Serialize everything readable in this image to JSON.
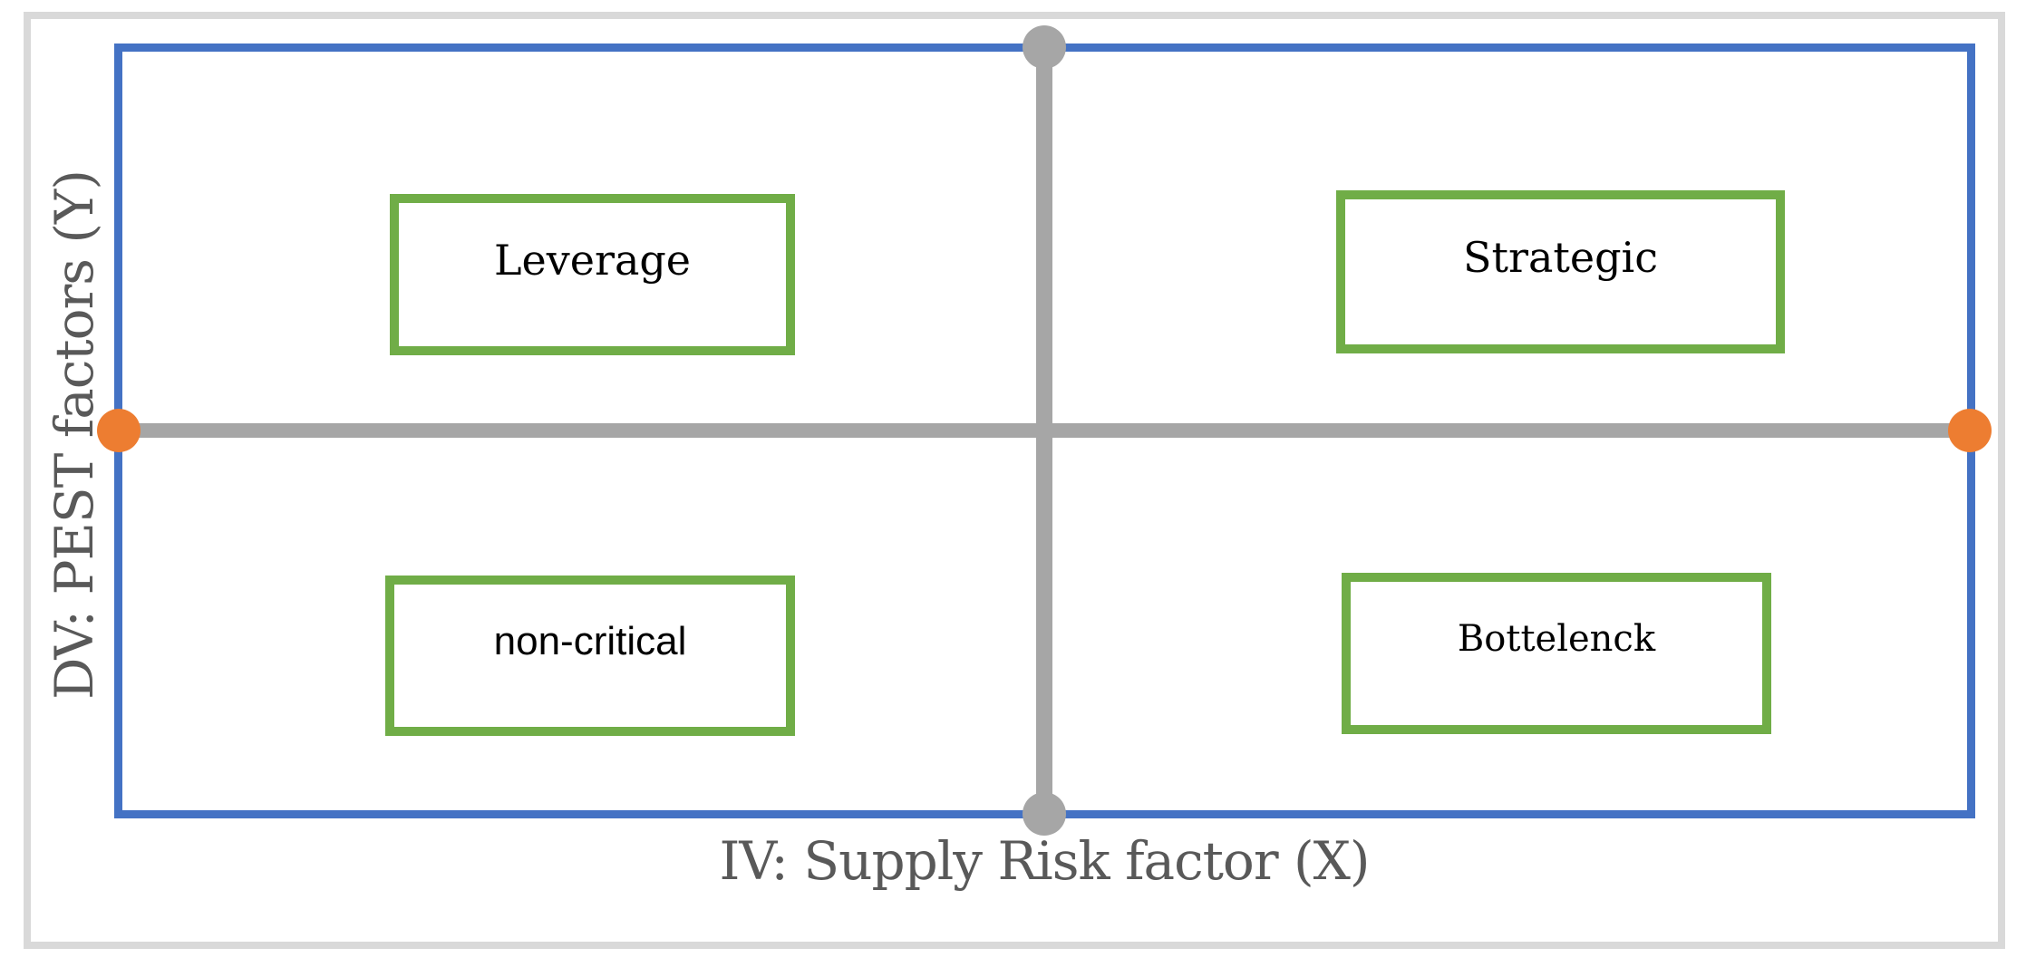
{
  "figure": {
    "type": "purchasing-portfolio-quadrant-matrix",
    "x_axis": {
      "label": "IV: Supply Risk factor (X)"
    },
    "y_axis": {
      "label": "DV: PEST factors (Y)"
    },
    "quadrants": {
      "top_left": {
        "label": "Leverage"
      },
      "top_right": {
        "label": "Strategic"
      },
      "bottom_left": {
        "label": "non-critical"
      },
      "bottom_right": {
        "label": "Bottelenck"
      }
    },
    "colors": {
      "matrix_border": "#4472c4",
      "quadrant_box_border": "#70ad47",
      "axis_line": "#a6a6a6",
      "axis_endpoint_horizontal": "#ed7d31",
      "axis_endpoint_vertical": "#a6a6a6",
      "axis_label_text": "#595959",
      "box_label_text": "#000000",
      "outer_frame": "#d9d9d9"
    }
  }
}
